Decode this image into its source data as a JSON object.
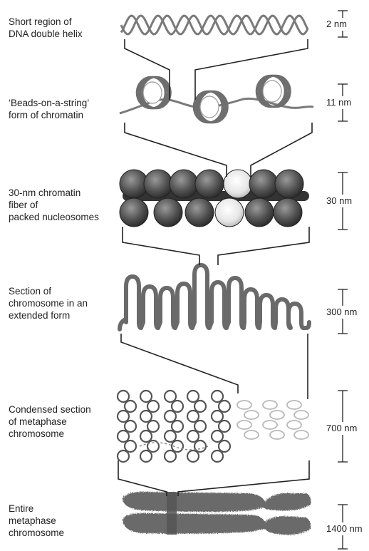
{
  "levels": [
    {
      "label": "Short region of\nDNA double helix",
      "scale": "2 nm"
    },
    {
      "label": "‘Beads-on-a-string’\n form of chromatin",
      "scale": "11 nm"
    },
    {
      "label": "30-nm chromatin\nfiber of\npacked nucleosomes",
      "scale": "30 nm"
    },
    {
      "label": "Section of\nchromosome in an\nextended form",
      "scale": "300 nm"
    },
    {
      "label": "Condensed section\nof metaphase\nchromosome",
      "scale": "700 nm"
    },
    {
      "label": "Entire\nmetaphase\nchromosome",
      "scale": "1400 nm"
    }
  ],
  "colors": {
    "ink": "#222222",
    "dna": "#777777",
    "nucleosome": "#4a4a4a",
    "highlight": "#e8e8e8",
    "chromosome": "#6a6a6a"
  }
}
